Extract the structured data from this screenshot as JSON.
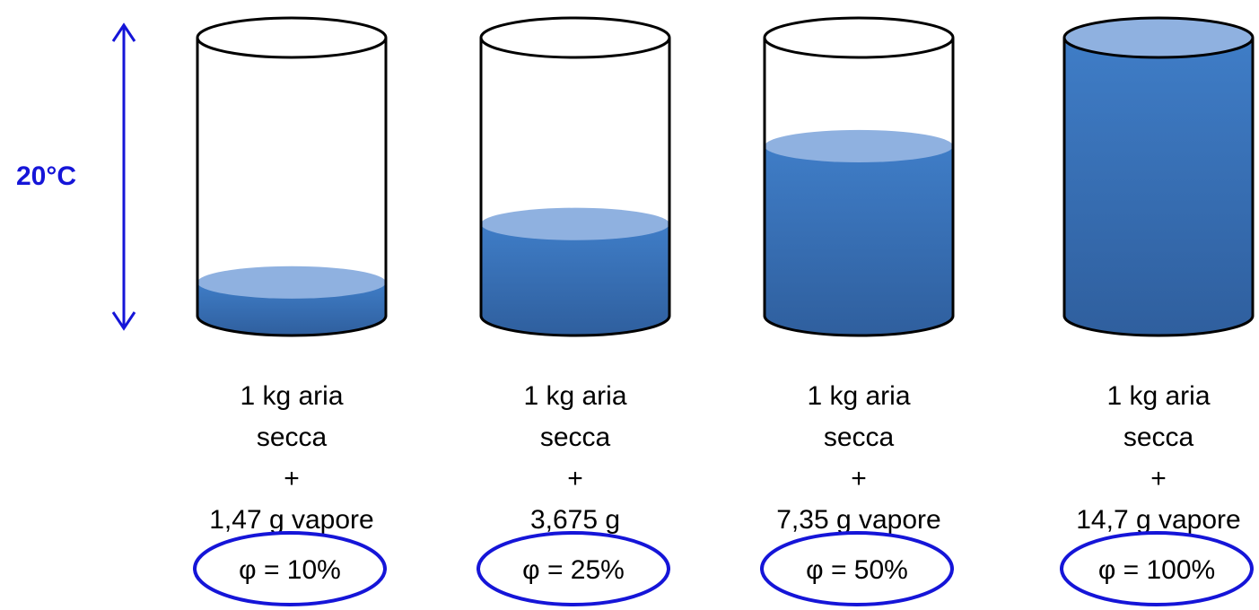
{
  "temperature_label": "20°C",
  "colors": {
    "accent": "#1515d8",
    "water_side": "#2f5f9e",
    "water_mid": "#3f7dc7",
    "water_top": "#8fb1e0",
    "outline": "#000000"
  },
  "cylinders": [
    {
      "fill_fraction": 0.12,
      "lines": [
        "1 kg aria",
        "secca",
        "+",
        "1,47 g vapore"
      ],
      "phi": "φ = 10%"
    },
    {
      "fill_fraction": 0.33,
      "lines": [
        "1 kg aria",
        "secca",
        "+",
        "3,675 g"
      ],
      "phi": "φ = 25%"
    },
    {
      "fill_fraction": 0.61,
      "lines": [
        "1 kg aria",
        "secca",
        "+",
        "7,35 g vapore"
      ],
      "phi": "φ = 50%"
    },
    {
      "fill_fraction": 1.0,
      "lines": [
        "1 kg aria",
        "secca",
        "+",
        "14,7 g vapore"
      ],
      "phi": "φ = 100%"
    }
  ]
}
